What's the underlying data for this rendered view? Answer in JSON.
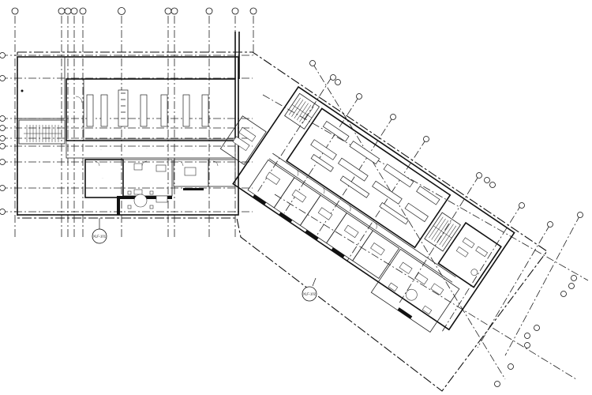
{
  "sheet": {
    "view_tags": [
      "XLF-101",
      "XLF-102"
    ]
  },
  "icons": [
    "grid-bubble",
    "view-tag",
    "stair",
    "door-swing",
    "lab-bench",
    "workstation",
    "round-table"
  ]
}
